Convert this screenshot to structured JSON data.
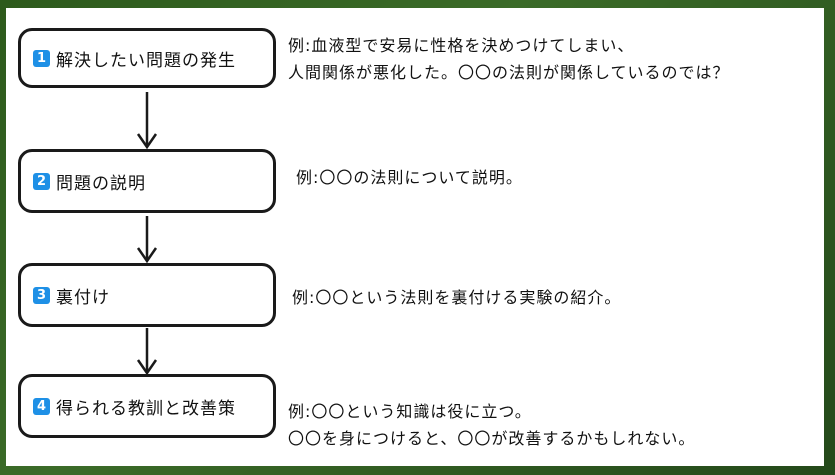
{
  "steps": [
    {
      "num": "1",
      "label": "解決したい問題の発生",
      "example": [
        "例:血液型で安易に性格を決めつけてしまい、",
        "人間関係が悪化した。〇〇の法則が関係しているのでは？"
      ]
    },
    {
      "num": "2",
      "label": "問題の説明",
      "example": [
        "例:〇〇の法則について説明。"
      ]
    },
    {
      "num": "3",
      "label": "裏付け",
      "example": [
        "例:〇〇という法則を裏付ける実験の紹介。"
      ]
    },
    {
      "num": "4",
      "label": "得られる教訓と改善策",
      "example": [
        "例:〇〇という知識は役に立つ。",
        "〇〇を身につけると、〇〇が改善するかもしれない。"
      ]
    }
  ],
  "colors": {
    "badge": "#1e90e6",
    "border": "#1a1a1a",
    "board": "#2f5a1f"
  }
}
